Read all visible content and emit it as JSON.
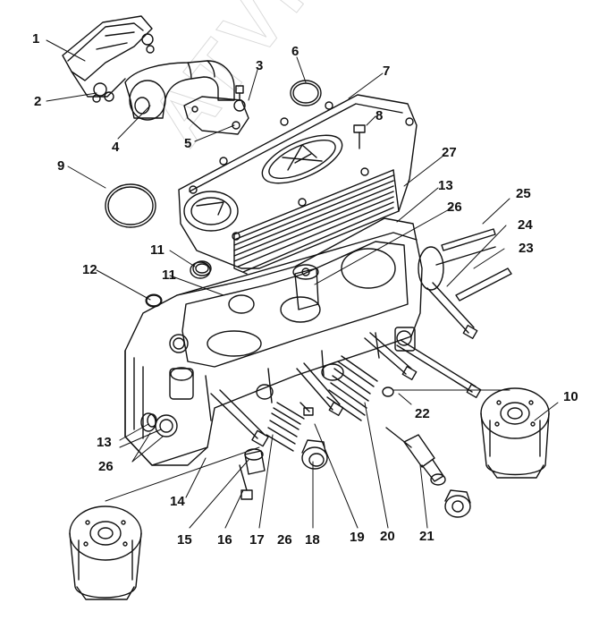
{
  "diagram": {
    "callouts": [
      {
        "id": "c1",
        "text": "1"
      },
      {
        "id": "c2",
        "text": "2"
      },
      {
        "id": "c3",
        "text": "3"
      },
      {
        "id": "c4",
        "text": "4"
      },
      {
        "id": "c5",
        "text": "5"
      },
      {
        "id": "c6",
        "text": "6"
      },
      {
        "id": "c7",
        "text": "7"
      },
      {
        "id": "c8",
        "text": "8"
      },
      {
        "id": "c9",
        "text": "9"
      },
      {
        "id": "c10",
        "text": "10"
      },
      {
        "id": "c11a",
        "text": "11"
      },
      {
        "id": "c11b",
        "text": "11"
      },
      {
        "id": "c12",
        "text": "12"
      },
      {
        "id": "c13a",
        "text": "13"
      },
      {
        "id": "c13b",
        "text": "13"
      },
      {
        "id": "c14",
        "text": "14"
      },
      {
        "id": "c15",
        "text": "15"
      },
      {
        "id": "c16",
        "text": "16"
      },
      {
        "id": "c17",
        "text": "17"
      },
      {
        "id": "c18",
        "text": "18"
      },
      {
        "id": "c19",
        "text": "19"
      },
      {
        "id": "c20",
        "text": "20"
      },
      {
        "id": "c21",
        "text": "21"
      },
      {
        "id": "c22",
        "text": "22"
      },
      {
        "id": "c23",
        "text": "23"
      },
      {
        "id": "c24",
        "text": "24"
      },
      {
        "id": "c25",
        "text": "25"
      },
      {
        "id": "c26a",
        "text": "26"
      },
      {
        "id": "c26b",
        "text": "26"
      },
      {
        "id": "c26c",
        "text": "26"
      },
      {
        "id": "c27",
        "text": "27"
      }
    ]
  }
}
